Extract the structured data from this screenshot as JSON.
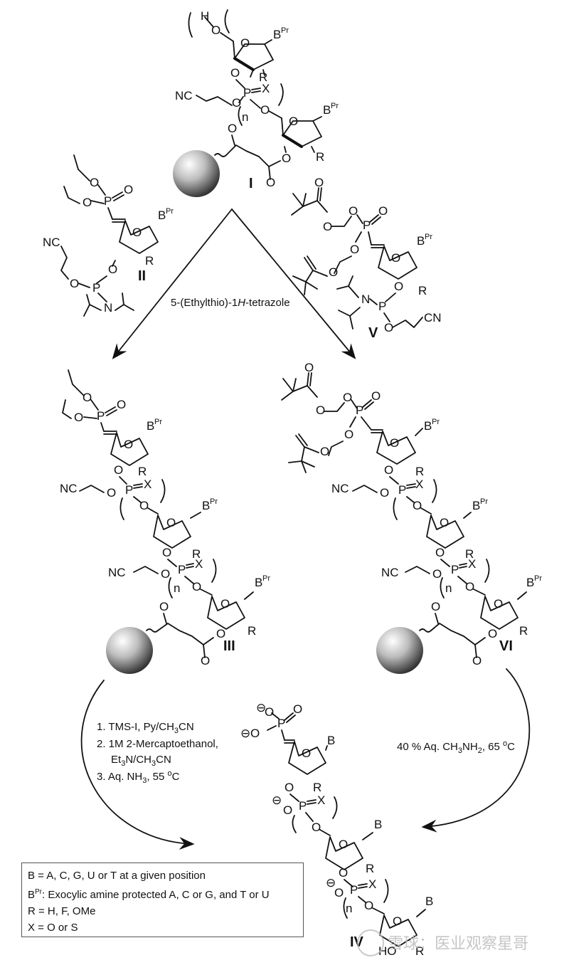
{
  "compounds": {
    "I": "I",
    "II": "II",
    "III": "III",
    "IV": "IV",
    "V": "V",
    "VI": "VI"
  },
  "atoms": {
    "H": "H",
    "O": "O",
    "P": "P",
    "X": "X",
    "N": "N",
    "R": "R",
    "B": "B",
    "Bpr_base": "B",
    "Bpr_sup": "Pr",
    "CN": "CN",
    "NC": "NC",
    "n": "n",
    "HO": "HO",
    "minus": "⊖"
  },
  "conditions": {
    "coupling": "5-(Ethylthio)-1",
    "coupling_italic": "H",
    "coupling_end": "-tetrazole",
    "left_step1": "1. TMS-I, Py/CH",
    "left_step1_sub": "3",
    "left_step1_end": "CN",
    "left_step2a": "2. 1M 2-Mercaptoethanol,",
    "left_step2b": "Et",
    "left_step2b_sub": "3",
    "left_step2b_end": "N/CH",
    "left_step2b_sub2": "3",
    "left_step2b_end2": "CN",
    "left_step3": "3. Aq. NH",
    "left_step3_sub": "3",
    "left_step3_end": ", 55 ",
    "left_step3_deg": "o",
    "left_step3_unit": "C",
    "right_step": "40 % Aq. CH",
    "right_step_sub": "3",
    "right_step_mid": "NH",
    "right_step_sub2": "2",
    "right_step_end": ", 65 ",
    "right_step_deg": "o",
    "right_step_unit": "C"
  },
  "legend": {
    "line1": "B = A, C, G, U or T at a given position",
    "line2_base": "B",
    "line2_sup": "Pr",
    "line2_rest": ": Exocylic amine protected A, C or G, and T or U",
    "line3": "R = H, F, OMe",
    "line4": "X = O or S"
  },
  "watermark": "雪球：医业观察星哥"
}
